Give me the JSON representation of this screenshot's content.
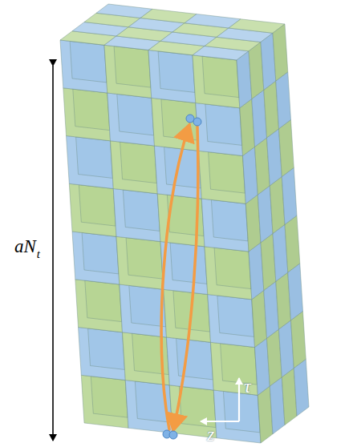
{
  "diagram": {
    "labels": [
      "aN",
      "t",
      "τ",
      "z"
    ]
  }
}
